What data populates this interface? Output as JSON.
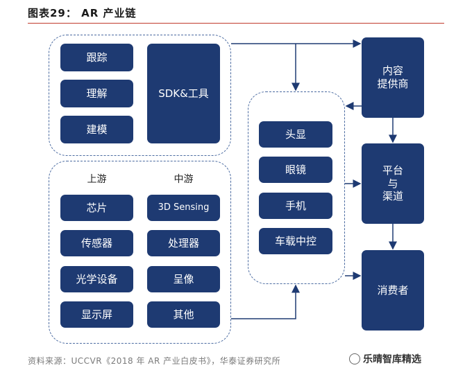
{
  "title": "图表29：  AR 产业链",
  "groups": {
    "top": [
      "跟踪",
      "理解",
      "建模"
    ],
    "sdk": "SDK&工具",
    "upstream_label": "上游",
    "midstream_label": "中游",
    "upstream": [
      "芯片",
      "传感器",
      "光学设备",
      "显示屏"
    ],
    "midstream": [
      "3D Sensing",
      "处理器",
      "呈像",
      "其他"
    ],
    "devices": [
      "头显",
      "眼镜",
      "手机",
      "车载中控"
    ]
  },
  "right": {
    "content": "内容\n提供商",
    "platform": "平台\n与\n渠道",
    "consumer": "消费者"
  },
  "footer": "资料来源：UCCVR《2018 年 AR 产业白皮书》，华泰证券研究所",
  "watermark": "乐晴智库精选",
  "colors": {
    "box": "#1e3a72",
    "title_rule": "#c0392b",
    "dash": "#4a6aa0"
  }
}
